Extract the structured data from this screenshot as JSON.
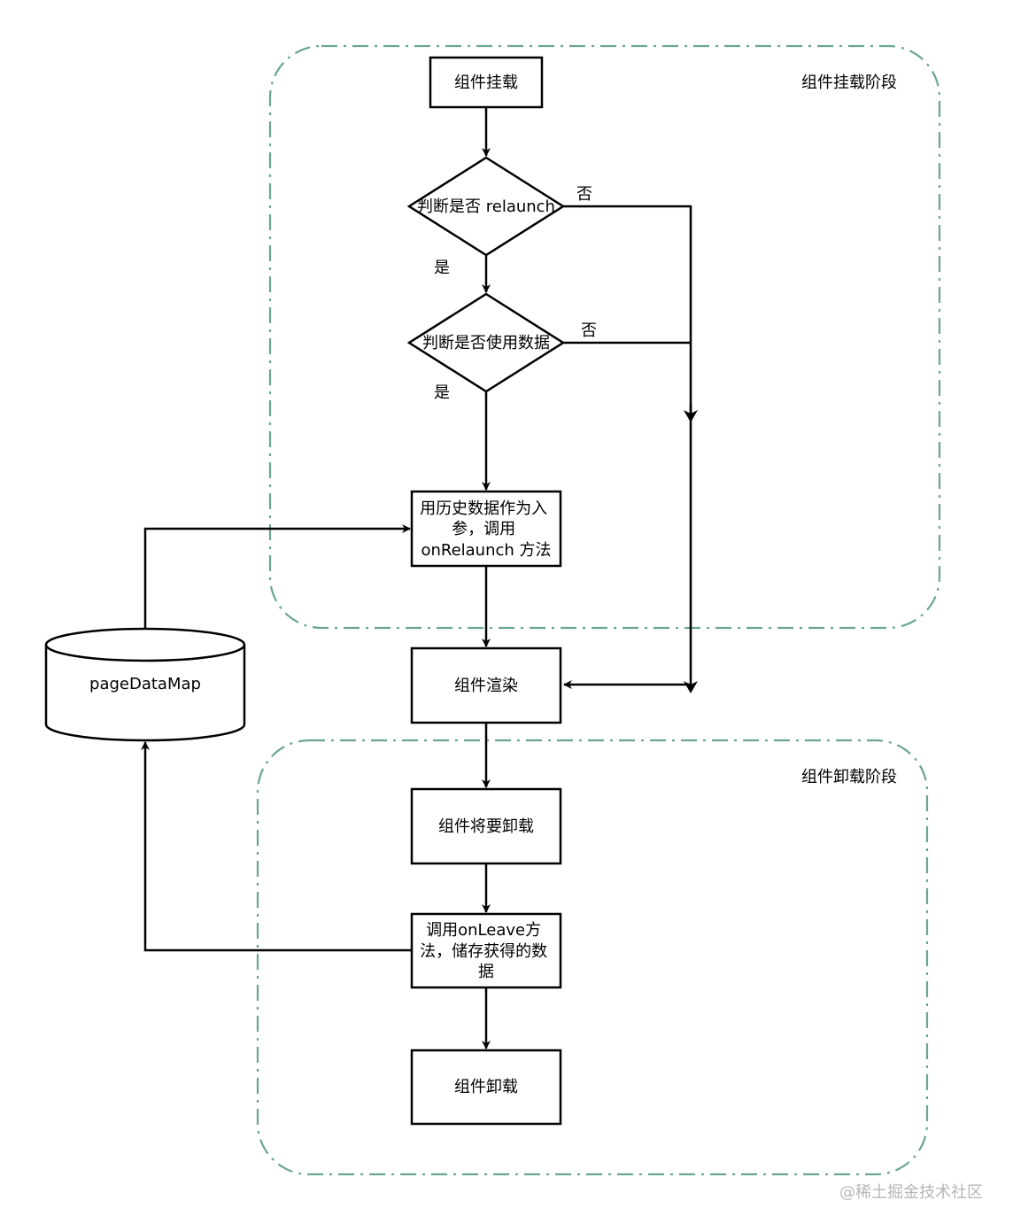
{
  "groups": {
    "mount_phase": "组件挂载阶段",
    "unmount_phase": "组件卸载阶段"
  },
  "nodes": {
    "mount": "组件挂载",
    "check_relaunch": "判断是否 relaunch",
    "check_use_data": "判断是否使用数据",
    "relaunch_call": [
      "用历史数据作为入",
      "参，调用",
      "onRelaunch 方法"
    ],
    "render": "组件渲染",
    "will_unmount": "组件将要卸载",
    "leave_call": [
      "调用onLeave方",
      "法，储存获得的数",
      "据"
    ],
    "unmount": "组件卸载",
    "store": "pageDataMap"
  },
  "edge_labels": {
    "relaunch_no": "否",
    "relaunch_yes": "是",
    "use_data_no": "否",
    "use_data_yes": "是"
  },
  "watermark": "@稀土掘金技术社区"
}
